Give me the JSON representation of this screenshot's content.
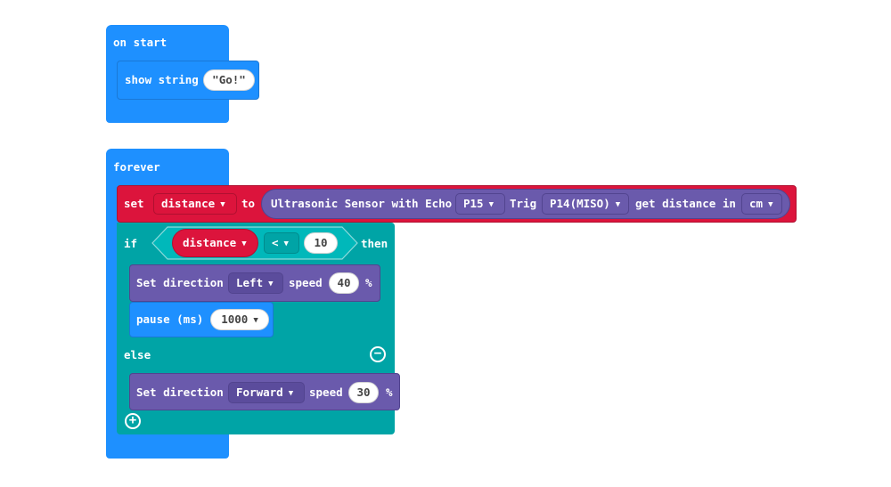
{
  "on_start": {
    "hat_label": "on start",
    "show_string": {
      "label": "show string",
      "value": "\"Go!\""
    }
  },
  "forever": {
    "hat_label": "forever",
    "set_block": {
      "set_label": "set",
      "variable": "distance",
      "to_label": "to",
      "sensor_label": "Ultrasonic Sensor with Echo",
      "echo_pin": "P15",
      "trig_label": "Trig",
      "trig_pin": "P14(MISO)",
      "get_label": "get distance in",
      "unit": "cm"
    },
    "if_block": {
      "if_label": "if",
      "variable": "distance",
      "operator": "<",
      "operand": "10",
      "then_label": "then",
      "then_statements": {
        "direction": {
          "label": "Set direction",
          "value": "Left",
          "speed_label": "speed",
          "speed": "40",
          "pct": "%"
        },
        "pause": {
          "label": "pause (ms)",
          "value": "1000"
        }
      },
      "else_label": "else",
      "else_statements": {
        "direction": {
          "label": "Set direction",
          "value": "Forward",
          "speed_label": "speed",
          "speed": "30",
          "pct": "%"
        }
      },
      "remove_icon": "minus-circle",
      "add_icon": "plus-circle"
    }
  },
  "colors": {
    "events": "#1e90ff",
    "variables": "#dc143c",
    "logic": "#00a4a6",
    "extension": "#6a5aac"
  }
}
